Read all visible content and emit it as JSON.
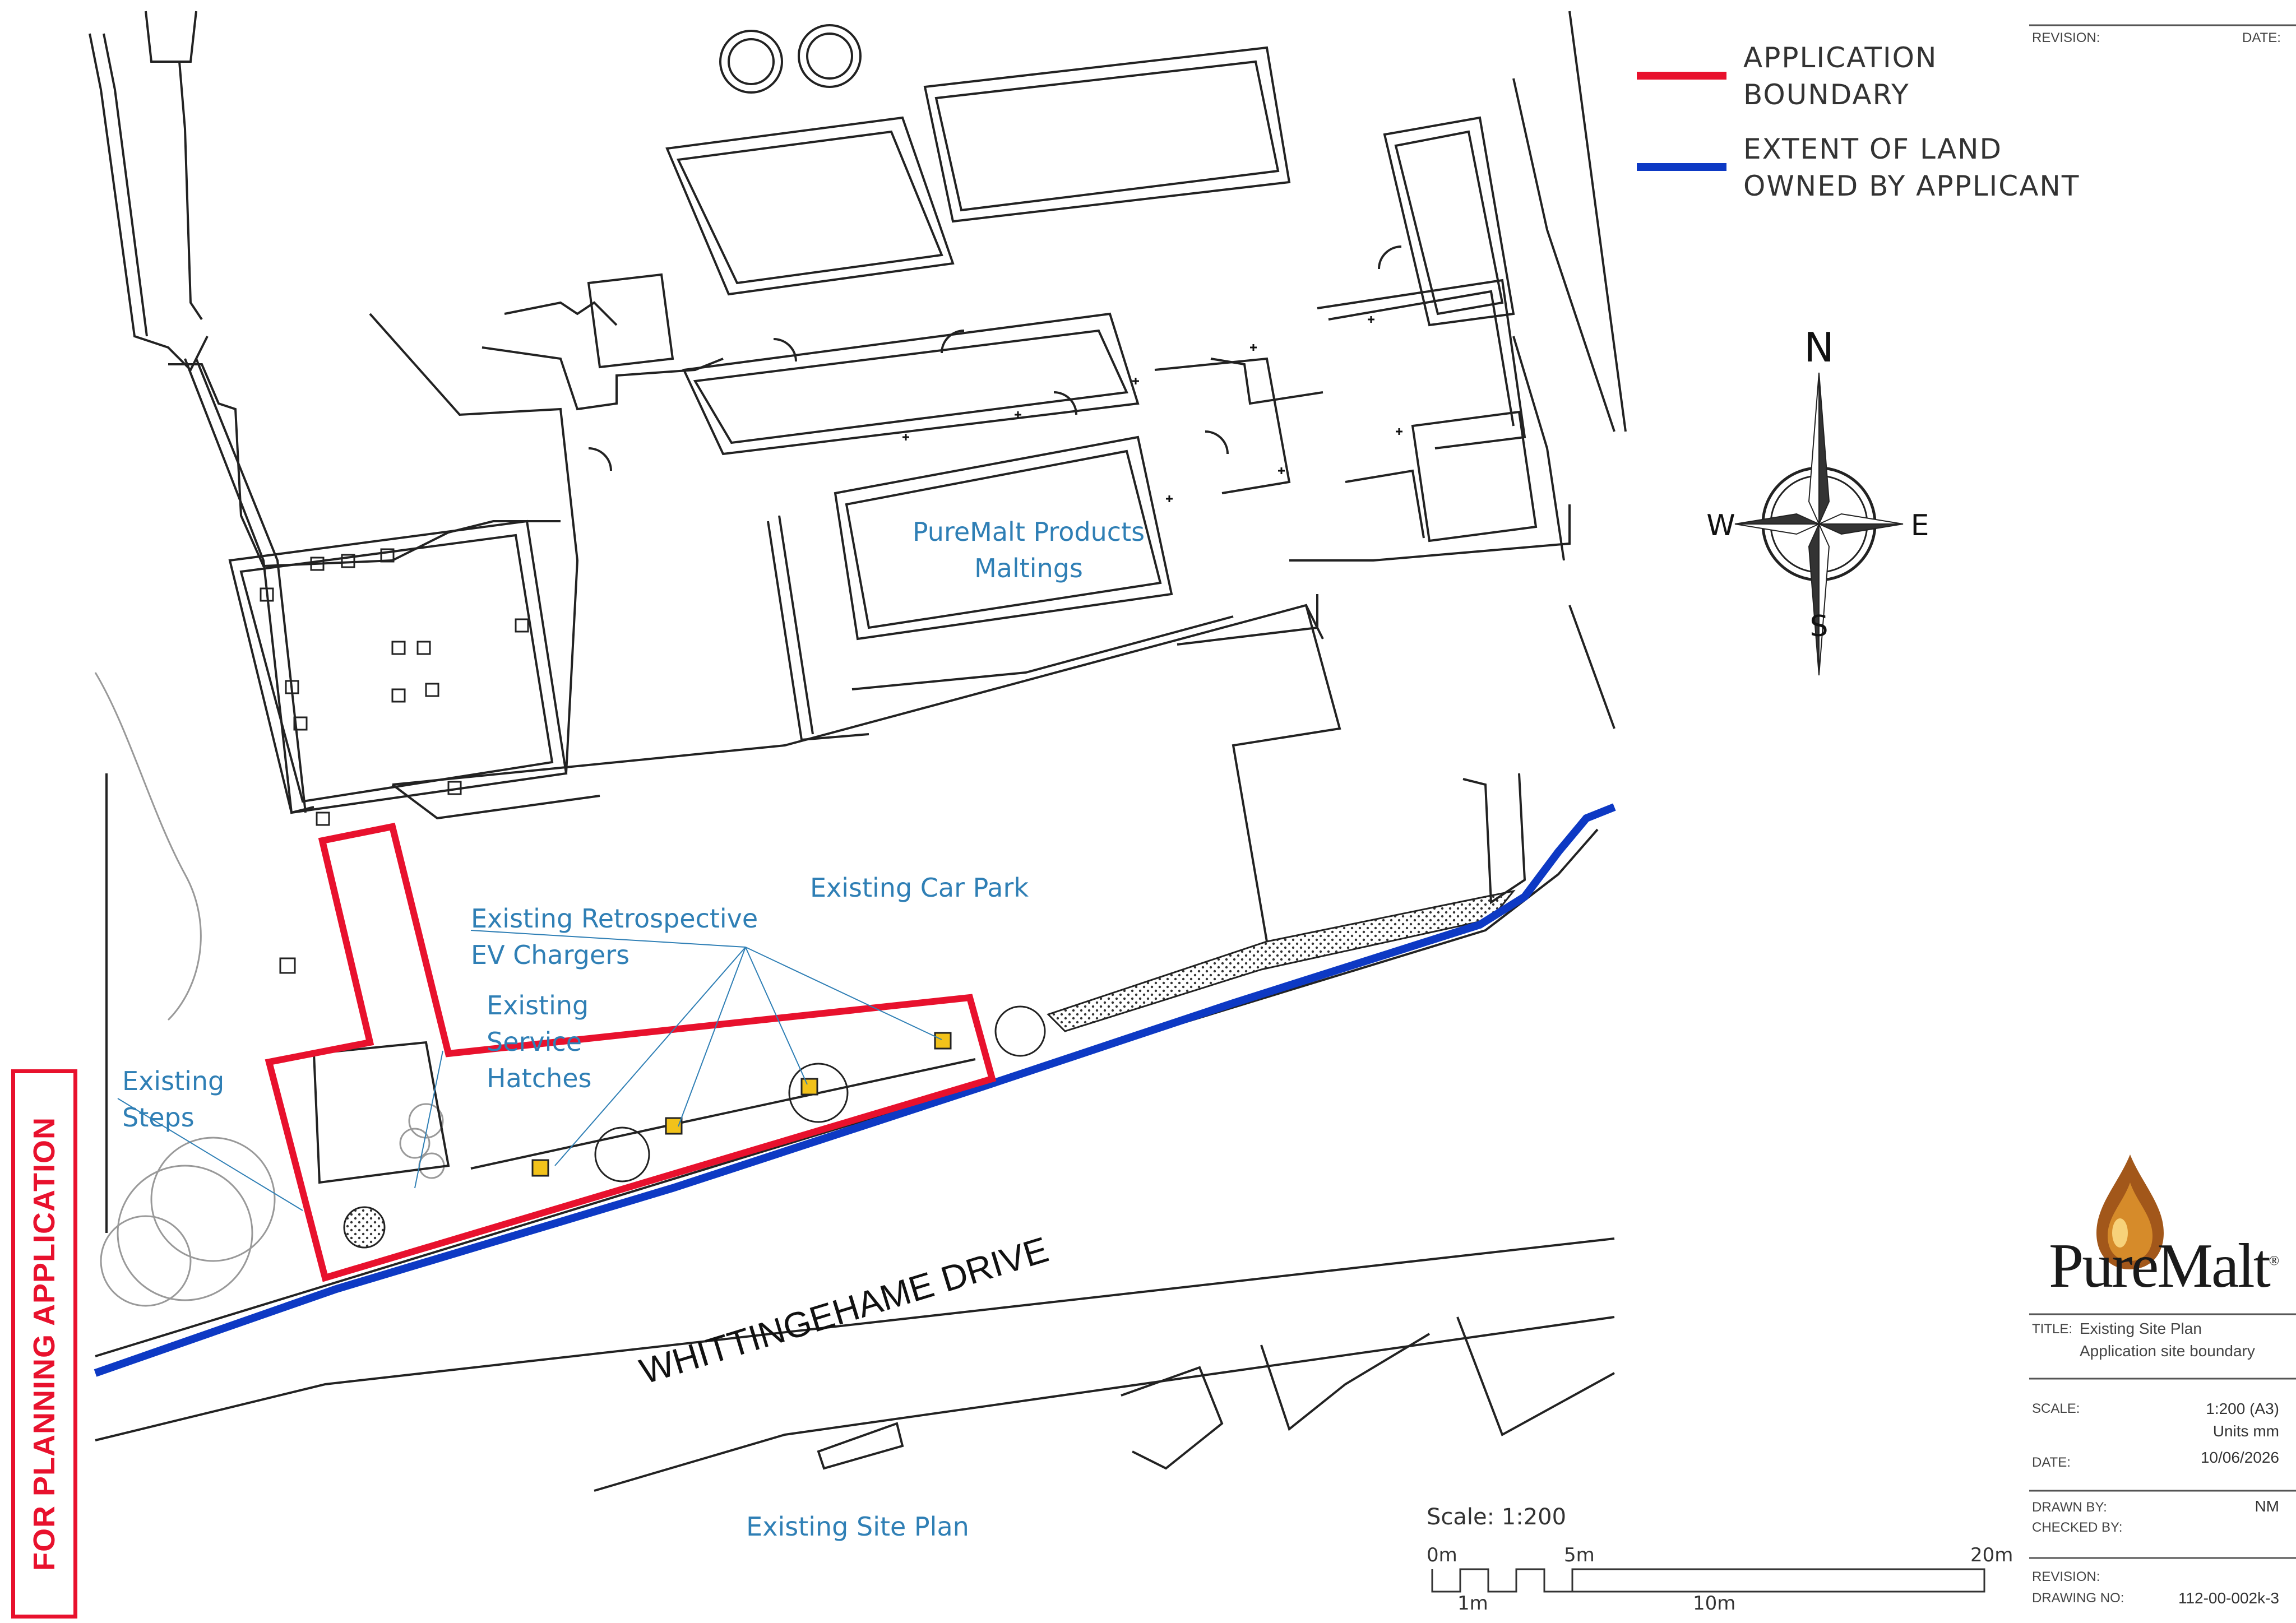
{
  "labels": {
    "building_name_line1": "PureMalt Products",
    "building_name_line2": "Maltings",
    "car_park": "Existing Car Park",
    "ev_chargers_line1": "Existing Retrospective",
    "ev_chargers_line2": "EV Chargers",
    "service_hatches_line1": "Existing",
    "service_hatches_line2": "Service",
    "service_hatches_line3": "Hatches",
    "steps_line1": "Existing",
    "steps_line2": "Steps",
    "road": "WHITTINGEHAME DRIVE",
    "plan_caption": "Existing Site Plan"
  },
  "legend": {
    "items": [
      {
        "line1": "APPLICATION",
        "line2": "BOUNDARY",
        "color": "#e8112d"
      },
      {
        "line1": "EXTENT OF LAND",
        "line2": "OWNED BY APPLICANT",
        "color": "#0d39c4"
      }
    ]
  },
  "compass": {
    "n": "N",
    "e": "E",
    "s": "S",
    "w": "W"
  },
  "scale_bar": {
    "title": "Scale: 1:200",
    "tick_top": [
      "0m",
      "5m",
      "20m"
    ],
    "tick_bottom": [
      "1m",
      "10m"
    ]
  },
  "title_block": {
    "revision_label": "REVISION:",
    "date_label": "DATE:",
    "logo": "PureMalt",
    "logo_mark": "®",
    "title_label": "TITLE:",
    "title_line1": "Existing Site Plan",
    "title_line2": "Application site boundary",
    "scale_label": "SCALE:",
    "scale_value": "1:200 (A3)",
    "units_value": "Units mm",
    "date_label2": "DATE:",
    "date_value": "10/06/2026",
    "drawn_by_label": "DRAWN BY:",
    "drawn_by_value": "NM",
    "checked_by_label": "CHECKED BY:",
    "revision_label2": "REVISION:",
    "drawing_no_label": "DRAWING NO:",
    "drawing_no_value": "112-00-002k-3"
  },
  "stamp": "FOR PLANNING APPLICATION",
  "colors": {
    "application_boundary": "#e8112d",
    "owned_land": "#0d39c4",
    "annotation_text": "#2f7fb5",
    "linework": "#222222"
  }
}
